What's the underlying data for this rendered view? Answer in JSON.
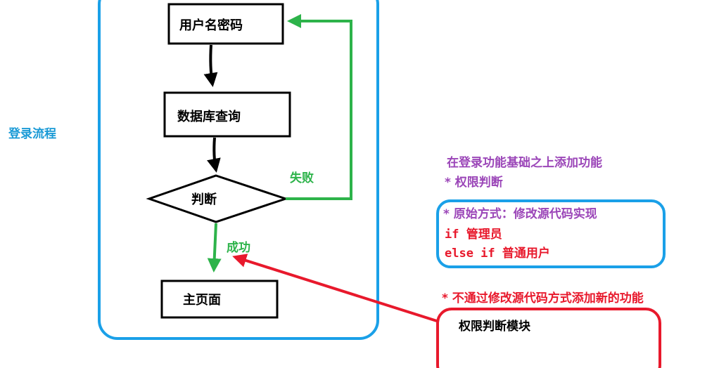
{
  "colors": {
    "frame_blue": "#1aa0e8",
    "side_text_blue": "#1a9ad6",
    "flow_black": "#000000",
    "success_green": "#2db34a",
    "purple": "#9b46b8",
    "red": "#e8192c"
  },
  "flow": {
    "title": "登录流程",
    "step_credentials": "用户名密码",
    "step_db_query": "数据库查询",
    "decision": "判断",
    "fail_label": "失败",
    "success_label": "成功",
    "home_page": "主页面"
  },
  "notes": {
    "heading": "在登录功能基础之上添加功能",
    "bullet": "* 权限判断",
    "original": {
      "title": "* 原始方式：修改源代码实现",
      "line_if": "if 管理员",
      "line_else": "else if 普通用户"
    },
    "alternative": {
      "title": "* 不通过修改源代码方式添加新的功能",
      "module": "权限判断模块"
    }
  }
}
